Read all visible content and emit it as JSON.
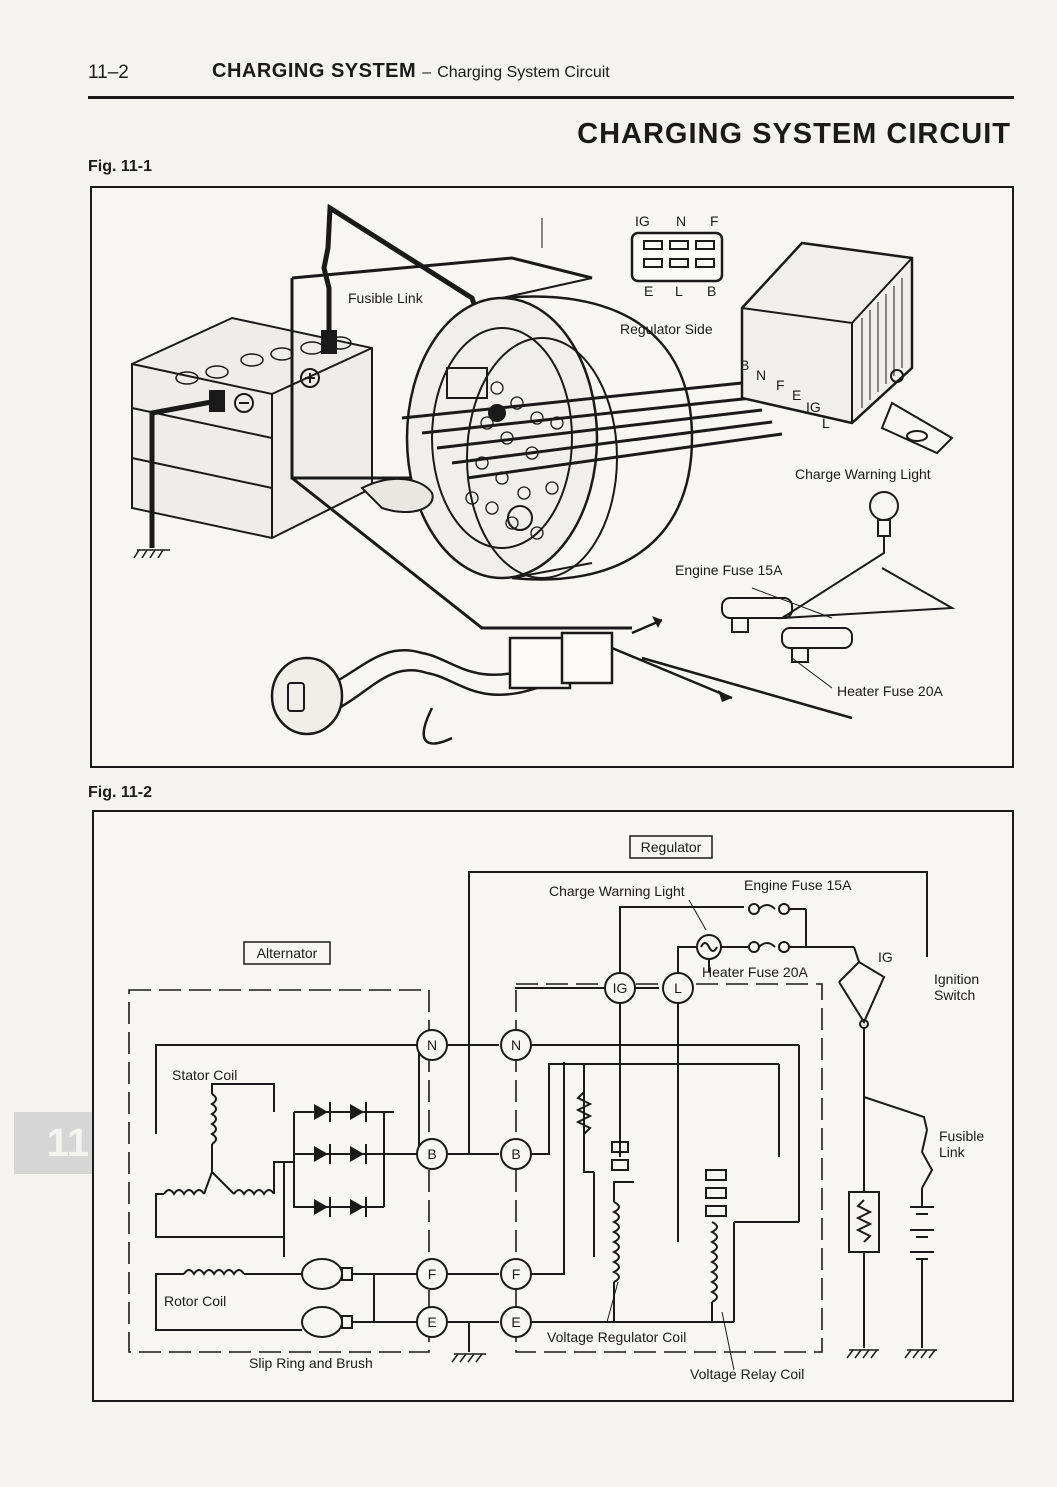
{
  "header": {
    "page_number": "11–2",
    "section_title": "CHARGING SYSTEM",
    "section_separator": "–",
    "section_subtitle": "Charging System Circuit",
    "page_title": "CHARGING SYSTEM CIRCUIT",
    "side_tab": "11"
  },
  "fig1": {
    "label": "Fig. 11-1",
    "connector_top_pins": [
      "IG",
      "N",
      "F"
    ],
    "connector_bottom_pins": [
      "E",
      "L",
      "B"
    ],
    "fusible_link": "Fusible Link",
    "regulator_side": "Regulator Side",
    "regulator_terminals": [
      "B",
      "N",
      "F",
      "E",
      "IG",
      "L"
    ],
    "charge_warning_light": "Charge Warning Light",
    "engine_fuse": "Engine Fuse 15A",
    "heater_fuse": "Heater Fuse 20A"
  },
  "fig2": {
    "label": "Fig. 11-2",
    "regulator_box": "Regulator",
    "alternator_box": "Alternator",
    "charge_warning_light": "Charge Warning Light",
    "engine_fuse": "Engine Fuse 15A",
    "heater_fuse": "Heater Fuse 20A",
    "ig_label": "IG",
    "ignition_switch_line1": "Ignition",
    "ignition_switch_line2": "Switch",
    "fusible_link_line1": "Fusible",
    "fusible_link_line2": "Link",
    "stator_coil": "Stator Coil",
    "rotor_coil": "Rotor Coil",
    "slip_ring": "Slip Ring and Brush",
    "voltage_regulator_coil": "Voltage Regulator Coil",
    "voltage_relay_coil": "Voltage Relay Coil",
    "terminal_ig": "IG",
    "terminal_l": "L",
    "alt_terminals": [
      "N",
      "B",
      "F",
      "E"
    ],
    "reg_terminals": [
      "N",
      "B",
      "F",
      "E"
    ]
  }
}
